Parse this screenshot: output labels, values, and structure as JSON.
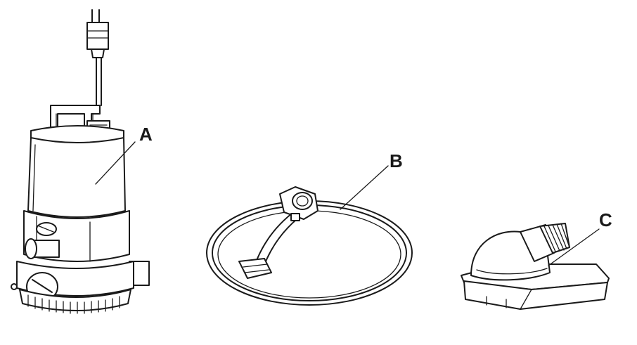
{
  "labels": {
    "a": "A",
    "b": "B",
    "c": "C"
  },
  "ink_color": "#1a1a1a",
  "background_color": "#ffffff"
}
